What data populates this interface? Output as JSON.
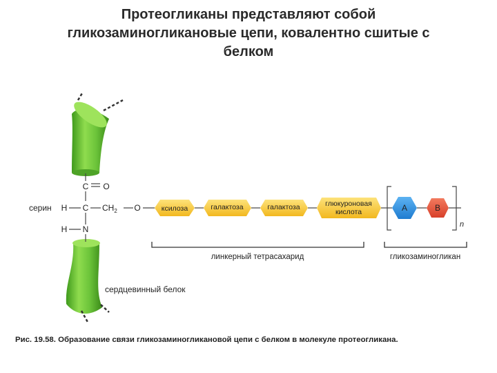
{
  "title": {
    "line1": "Протеогликаны представляют собой",
    "line2": "гликозаминогликановые цепи, ковалентно сшитые с",
    "line3": "белком"
  },
  "serine": {
    "label": "серин",
    "c_top": "C",
    "o_top": "O",
    "h_left": "H",
    "c_mid": "C",
    "ch2": "CH",
    "ch2_sub": "2",
    "o_link": "O",
    "h_bottom": "H",
    "n_bottom": "N"
  },
  "linker": {
    "units": [
      "ксилоза",
      "галактоза",
      "галактоза"
    ],
    "glucuronic_line1": "глюкуроновая",
    "glucuronic_line2": "кислота",
    "bracket_label": "линкерный тетрасахарид"
  },
  "gag": {
    "unit_a": "A",
    "unit_b": "B",
    "repeat": "n",
    "bracket_label": "гликозаминогликан"
  },
  "core_protein_label": "сердцевинный белок",
  "caption": {
    "prefix": "Рис. 19.58.",
    "text": "Образование связи гликозаминогликановой цепи с белком в молекуле протеогликана."
  },
  "colors": {
    "protein_green": "#6cc43a",
    "sugar_yellow": "#f7c83a",
    "unit_a_blue": "#2f8fe0",
    "unit_b_red": "#e5533a"
  }
}
